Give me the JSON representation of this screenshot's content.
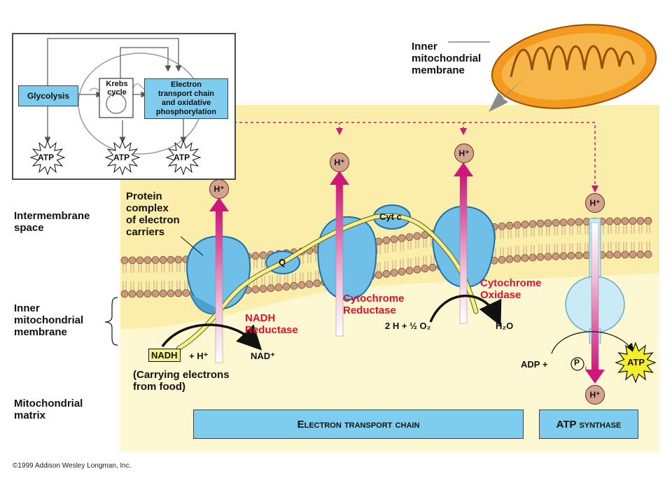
{
  "inset": {
    "glycolysis": "Glycolysis",
    "krebs": "Krebs\ncycle",
    "etc": "Electron\ntransport chain\nand oxidative\nphosphorylation",
    "atp1": "ATP",
    "atp2": "ATP",
    "atp3": "ATP"
  },
  "labels": {
    "inner_membrane_top": "Inner\nmitochondrial\nmembrane",
    "protein_complex": "Protein\ncomplex\nof electron\ncarriers",
    "intermembrane": "Intermembrane\nspace",
    "inner_membrane_left": "Inner\nmitochondrial\nmembrane",
    "matrix": "Mitochondrial\nmatrix",
    "q": "Q",
    "cyt_c": "Cyt c",
    "nadh_reductase": "NADH\nReductase",
    "cyt_reductase": "Cytochrome\nReductase",
    "cyt_oxidase": "Cytochrome\nOxidase",
    "nadh": "NADH",
    "plus_h": "+ H⁺",
    "nad": "NAD⁺",
    "carrying": "(Carrying electrons\nfrom food)",
    "oxygen": "2 H + ½ O₂",
    "water": "H₂O",
    "adp": "ADP +",
    "pi": "P",
    "pi_sub": "i",
    "atp_product": "ATP",
    "h_plus": "H⁺",
    "etc_box": "Electron transport chain",
    "atp_synthase_box": "ATP synthase",
    "copyright": "©1999 Addison Wesley Longman, Inc."
  },
  "colors": {
    "background_panel": "#fbeeaa",
    "matrix_panel": "#fdf7d2",
    "protein": "#6fbfe8",
    "proton_arrow": "#d1167b",
    "electron_path": "#f6f08a",
    "ion": "#d6a48e",
    "mitochondrion": "#f39a1f"
  }
}
